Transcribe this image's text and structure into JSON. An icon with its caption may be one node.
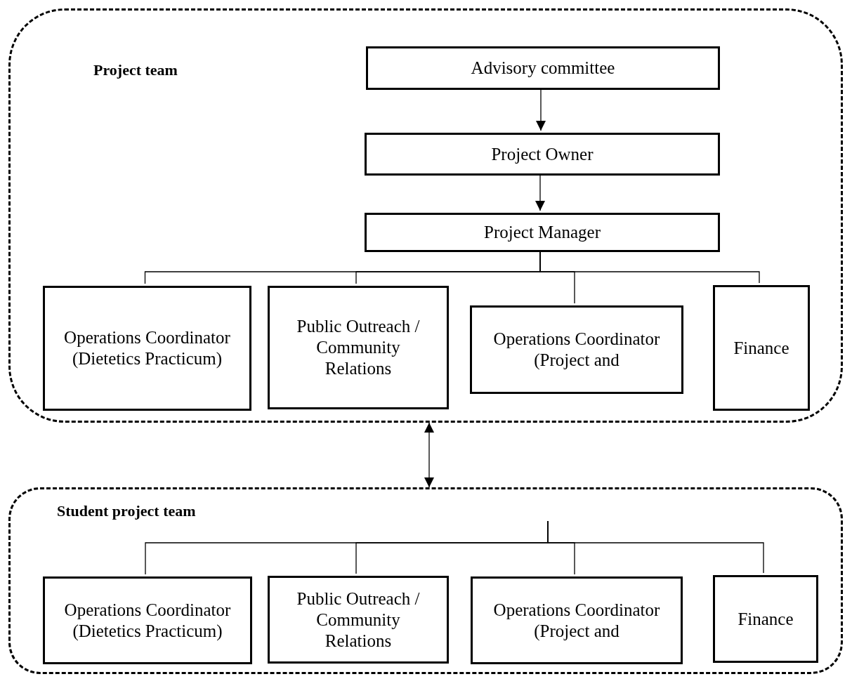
{
  "diagram": {
    "nodes": [
      {
        "text": [
          "Project team"
        ]
      },
      {
        "text": [
          "Advisory committee"
        ],
        "in": 0
      },
      {
        "text": [
          "Project Owner"
        ],
        "in": 0
      },
      {
        "text": [
          "Project Manager"
        ],
        "in": 0
      },
      {
        "text": [
          "Operations Coordinator (Dietetics Practicum)"
        ],
        "in": 0
      },
      {
        "text": [
          "Public Outreach / Community Relations"
        ],
        "in": 0
      },
      {
        "text": [
          "Operations Coordinator (Project and"
        ],
        "in": 0
      },
      {
        "text": [
          "Finance"
        ],
        "in": 0
      },
      {
        "text": [
          "Student project team"
        ]
      },
      {
        "text": [
          "Operations Coordinator (Dietetics Practicum)"
        ],
        "in": 8
      },
      {
        "text": [
          "Public Outreach / Community Relations"
        ],
        "in": 8
      },
      {
        "text": [
          "Operations Coordinator (Project and"
        ],
        "in": 8
      },
      {
        "text": [
          "Finance"
        ],
        "in": 8
      }
    ],
    "edges": [
      {
        "from": 1,
        "to": 2,
        "arrow": "to"
      },
      {
        "from": 2,
        "to": 3,
        "arrow": "to"
      },
      {
        "from": 3,
        "to": 4,
        "arrow": "none"
      },
      {
        "from": 3,
        "to": 5,
        "arrow": "none"
      },
      {
        "from": 3,
        "to": 6,
        "arrow": "none"
      },
      {
        "from": 3,
        "to": 7,
        "arrow": "none"
      },
      {
        "from": 0,
        "to": 8,
        "arrow": "both"
      },
      {
        "from": null,
        "to": 9,
        "arrow": "none"
      },
      {
        "from": null,
        "to": 10,
        "arrow": "none"
      },
      {
        "from": null,
        "to": 11,
        "arrow": "none"
      },
      {
        "from": null,
        "to": 12,
        "arrow": "none"
      }
    ]
  }
}
